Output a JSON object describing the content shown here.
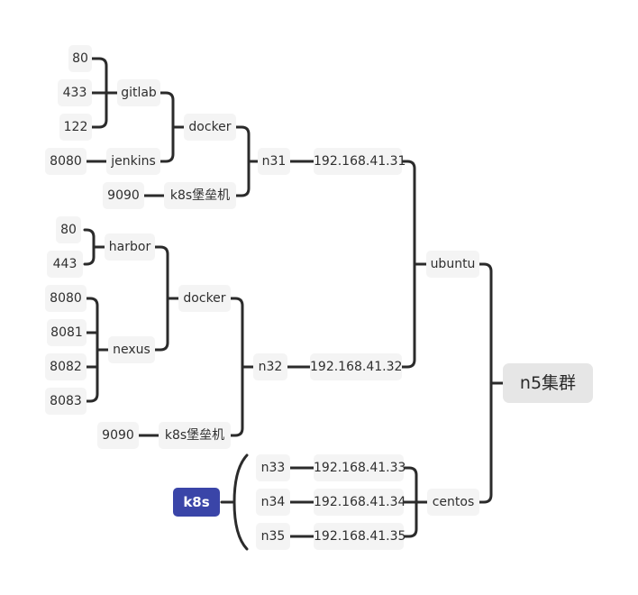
{
  "root": "n5集群",
  "os": {
    "ubuntu": "ubuntu",
    "centos": "centos"
  },
  "hosts": {
    "n31": {
      "ip": "192.168.41.31",
      "name": "n31"
    },
    "n32": {
      "ip": "192.168.41.32",
      "name": "n32"
    },
    "n33": {
      "ip": "192.168.41.33",
      "name": "n33"
    },
    "n34": {
      "ip": "192.168.41.34",
      "name": "n34"
    },
    "n35": {
      "ip": "192.168.41.35",
      "name": "n35"
    }
  },
  "n31_services": {
    "docker": "docker",
    "gitlab": "gitlab",
    "gitlab_ports": [
      "80",
      "433",
      "122"
    ],
    "jenkins": "jenkins",
    "jenkins_port": "8080",
    "bastion": "k8s堡垒机",
    "bastion_port": "9090"
  },
  "n32_services": {
    "docker": "docker",
    "harbor": "harbor",
    "harbor_ports": [
      "80",
      "443"
    ],
    "nexus": "nexus",
    "nexus_ports": [
      "8080",
      "8081",
      "8082",
      "8083"
    ],
    "bastion": "k8s堡垒机",
    "bastion_port": "9090"
  },
  "k8s_label": "k8s",
  "colors": {
    "node_bg": "#f4f4f4",
    "root_bg": "#e6e6e6",
    "tag_bg": "#3a45a8",
    "line": "#2b2b2b"
  }
}
